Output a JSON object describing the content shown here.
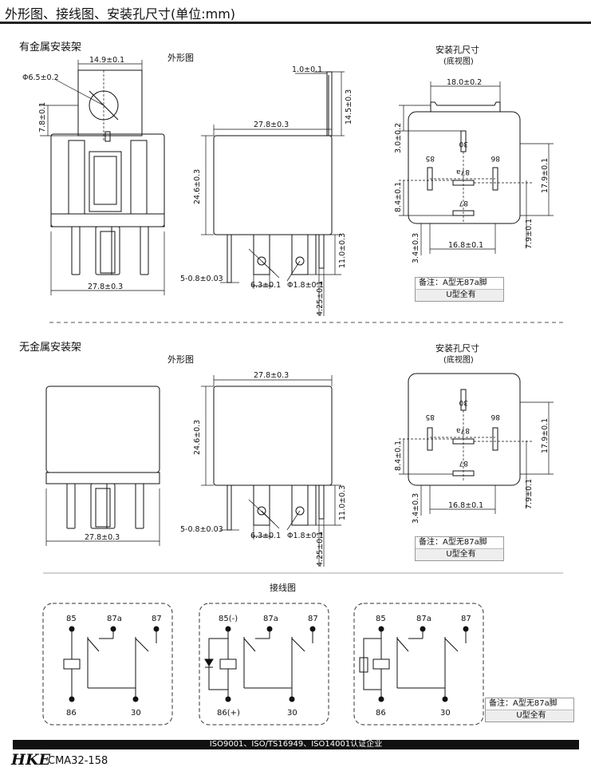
{
  "header": {
    "title": "外形图、接线图、安装孔尺寸(单位:mm)"
  },
  "sections": {
    "with_bracket": "有金属安装架",
    "without_bracket": "无金属安装架",
    "outline": "外形图",
    "mount_title": "安装孔尺寸",
    "mount_sub": "(底视图)",
    "wiring": "接线图"
  },
  "dims": {
    "d_hole": "Φ6.5±0.2",
    "w_bracket": "14.9±0.1",
    "h_bracket": "7.8±0.1",
    "w_body": "27.8±0.3",
    "tab_thk": "1.0±0.1",
    "h_tab": "14.5±0.3",
    "h_body": "24.6±0.3",
    "pin_len": "11.0±0.3",
    "pin_thk": "5-0.8±0.03",
    "pin_w": "6.3±0.1",
    "pin_hole": "Φ1.8±0.1",
    "pin_off": "4.25±0.1",
    "m_w": "18.0±0.2",
    "m_30": "3.0±0.2",
    "m_h": "17.9±0.1",
    "m_84": "8.4±0.1",
    "m_34": "3.4±0.3",
    "m_168": "16.8±0.1",
    "m_79": "7.9±0.1"
  },
  "pins": {
    "p85": "85",
    "p86": "86",
    "p87": "87",
    "p87a": "87a",
    "p30": "30"
  },
  "wiring_labels": {
    "c1": {
      "tl": "85",
      "bl": "86",
      "tm": "87a",
      "tr": "87",
      "b": "30"
    },
    "c2": {
      "tl": "85(-)",
      "bl": "86(+)",
      "tm": "87a",
      "tr": "87",
      "b": "30"
    },
    "c3": {
      "tl": "85",
      "bl": "86",
      "tm": "87a",
      "tr": "87",
      "b": "30"
    }
  },
  "note": {
    "line1": "备注：A型无87a脚",
    "line2": "U型全有"
  },
  "footer": {
    "certs": "ISO9001、ISO/TS16949、ISO14001认证企业",
    "logo": "HKE",
    "model": "CMA32-158"
  },
  "colors": {
    "line": "#111111",
    "dash": "#555555",
    "band": "#111111"
  }
}
